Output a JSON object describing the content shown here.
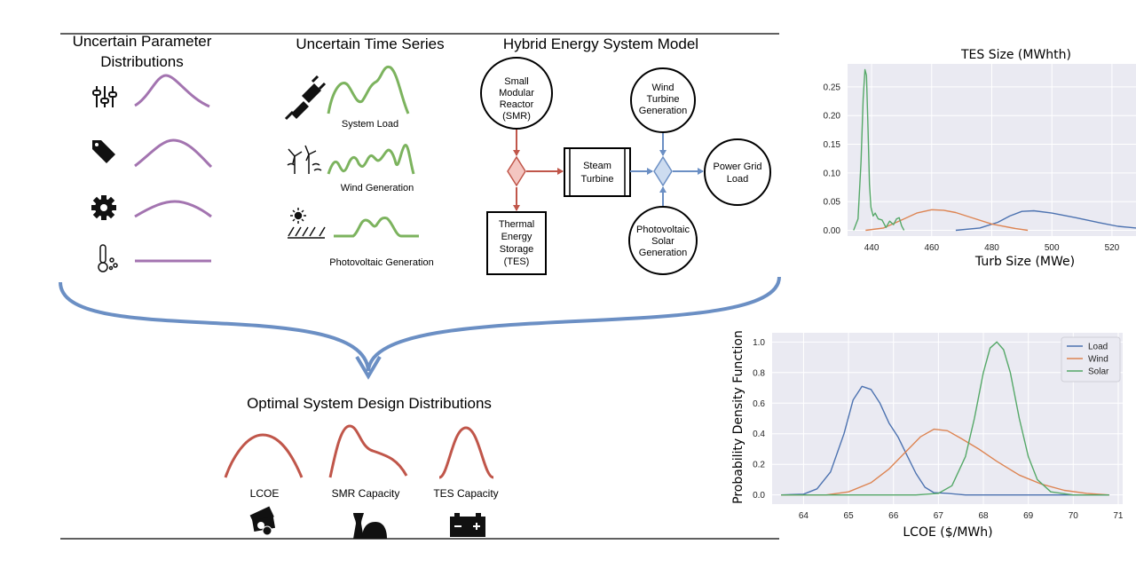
{
  "diagram": {
    "sections": {
      "params": "Uncertain Parameter",
      "params2": "Distributions",
      "timeseries": "Uncertain Time Series",
      "model": "Hybrid Energy System Model",
      "outputs": "Optimal System Design Distributions"
    },
    "timeseries_labels": {
      "load": "System Load",
      "wind": "Wind Generation",
      "pv": "Photovoltaic Generation"
    },
    "nodes": {
      "smr": [
        "Small",
        "Modular",
        "Reactor",
        "(SMR)"
      ],
      "tes": [
        "Thermal",
        "Energy",
        "Storage",
        "(TES)"
      ],
      "turbine": [
        "Steam",
        "Turbine"
      ],
      "wind": [
        "Wind",
        "Turbine",
        "Generation"
      ],
      "pv": [
        "Photovoltaic",
        "Solar",
        "Generation"
      ],
      "grid": [
        "Power Grid",
        "Load"
      ]
    },
    "outputs": {
      "lcoe": "LCOE",
      "smr": "SMR Capacity",
      "tes": "TES Capacity"
    },
    "icons": [
      "sliders-icon",
      "tag-icon",
      "gear-icon",
      "thermometer-icon",
      "plug-icon",
      "wind-turbine-icon",
      "solar-panel-icon",
      "money-icon",
      "nuclear-plant-icon",
      "battery-icon"
    ],
    "colors": {
      "purple": "#a374b0",
      "green": "#7cb35e",
      "red": "#c0564a",
      "blue": "#6b8fc4"
    }
  },
  "chart_data": [
    {
      "type": "line",
      "title": "TES Size (MWhth)",
      "xlabel": "Turb Size (MWe)",
      "ylabel": "",
      "xlim": [
        432,
        528
      ],
      "ylim": [
        -0.01,
        0.29
      ],
      "xticks": [
        440,
        460,
        480,
        500,
        520
      ],
      "yticks": [
        0.0,
        0.05,
        0.1,
        0.15,
        0.2,
        0.25
      ],
      "ytick_labels": [
        "0.00",
        "0.05",
        "0.10",
        "0.15",
        "0.20",
        "0.25"
      ],
      "grid": true,
      "series": [
        {
          "color": "#4c72b0",
          "x": [
            468,
            476,
            482,
            486,
            490,
            494,
            500,
            508,
            516,
            522,
            528
          ],
          "y": [
            0.0,
            0.004,
            0.014,
            0.025,
            0.033,
            0.034,
            0.03,
            0.022,
            0.013,
            0.007,
            0.004
          ]
        },
        {
          "color": "#dd8452",
          "x": [
            438,
            444,
            450,
            455,
            460,
            464,
            468,
            474,
            480,
            488,
            492
          ],
          "y": [
            0.0,
            0.004,
            0.018,
            0.03,
            0.036,
            0.035,
            0.031,
            0.021,
            0.011,
            0.003,
            0.0
          ]
        },
        {
          "color": "#55a868",
          "x": [
            434,
            435.5,
            436.5,
            437.2,
            437.8,
            438.3,
            438.8,
            439.3,
            439.8,
            440.5,
            441.2,
            442.2,
            443.5,
            444.8,
            446,
            447.3,
            448.3,
            449.2,
            450,
            450.8
          ],
          "y": [
            0.0,
            0.02,
            0.12,
            0.23,
            0.28,
            0.27,
            0.18,
            0.08,
            0.04,
            0.025,
            0.03,
            0.02,
            0.018,
            0.005,
            0.016,
            0.01,
            0.02,
            0.022,
            0.008,
            0.0
          ]
        }
      ]
    },
    {
      "type": "line",
      "title": "",
      "xlabel": "LCOE ($/MWh)",
      "ylabel": "Probability Density Function",
      "xlim": [
        63.3,
        71.1
      ],
      "ylim": [
        -0.06,
        1.06
      ],
      "xticks": [
        64,
        65,
        66,
        67,
        68,
        69,
        70,
        71
      ],
      "yticks": [
        0.0,
        0.2,
        0.4,
        0.6,
        0.8,
        1.0
      ],
      "ytick_labels": [
        "0.0",
        "0.2",
        "0.4",
        "0.6",
        "0.8",
        "1.0"
      ],
      "grid": true,
      "legend": "top-right",
      "series": [
        {
          "name": "Load",
          "color": "#4c72b0",
          "x": [
            63.5,
            64.0,
            64.3,
            64.6,
            64.9,
            65.1,
            65.3,
            65.5,
            65.7,
            65.9,
            66.1,
            66.3,
            66.5,
            66.7,
            66.9,
            67.2,
            67.6,
            68.5,
            70.8
          ],
          "y": [
            0.0,
            0.005,
            0.04,
            0.15,
            0.4,
            0.62,
            0.71,
            0.69,
            0.6,
            0.47,
            0.38,
            0.26,
            0.14,
            0.05,
            0.015,
            0.01,
            0.0,
            0.0,
            0.0
          ]
        },
        {
          "name": "Wind",
          "color": "#dd8452",
          "x": [
            63.5,
            64.5,
            65.0,
            65.5,
            65.9,
            66.3,
            66.6,
            66.9,
            67.2,
            67.5,
            67.9,
            68.3,
            68.8,
            69.3,
            69.8,
            70.3,
            70.8
          ],
          "y": [
            0.0,
            0.0,
            0.02,
            0.08,
            0.17,
            0.29,
            0.38,
            0.43,
            0.42,
            0.37,
            0.3,
            0.22,
            0.13,
            0.07,
            0.03,
            0.01,
            0.0
          ]
        },
        {
          "name": "Solar",
          "color": "#55a868",
          "x": [
            63.5,
            66.5,
            67.0,
            67.3,
            67.6,
            67.8,
            68.0,
            68.15,
            68.3,
            68.45,
            68.6,
            68.8,
            69.0,
            69.2,
            69.5,
            70.0,
            70.8
          ],
          "y": [
            0.0,
            0.0,
            0.01,
            0.06,
            0.25,
            0.5,
            0.8,
            0.96,
            1.0,
            0.95,
            0.8,
            0.5,
            0.25,
            0.1,
            0.02,
            0.0,
            0.0
          ]
        }
      ]
    }
  ]
}
